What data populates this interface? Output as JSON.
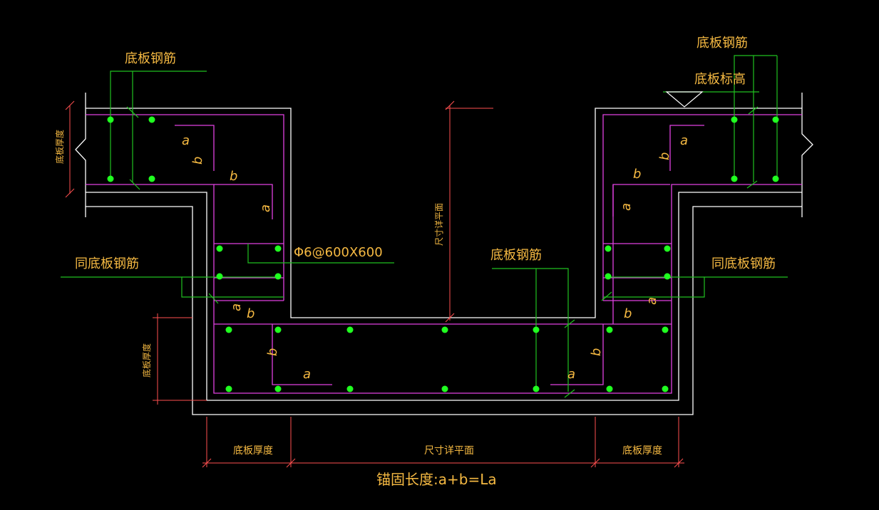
{
  "colors": {
    "background": "#000000",
    "outline": "#ffffff",
    "rebar": "#e040e0",
    "leader": "#20c020",
    "dot": "#20ff20",
    "dimension": "#ff5050",
    "text": "#f5b942"
  },
  "labels": {
    "top_left_rebar": "底板钢筋",
    "top_right_rebar": "底板钢筋",
    "top_right_elevation": "底板标高",
    "left_same_rebar": "同底板钢筋",
    "right_same_rebar": "同底板钢筋",
    "mid_rebar": "底板钢筋",
    "stirrup": "Φ6@600X600",
    "left_thickness_upper": "底板厚度",
    "left_thickness_lower": "底板厚度",
    "pit_depth": "尺寸详平面",
    "bottom_dim_left": "底板厚度",
    "bottom_dim_mid": "尺寸详平面",
    "bottom_dim_right": "底板厚度",
    "formula": "锚固长度:a+b=La"
  },
  "anchor_marks": {
    "a": "a",
    "b": "b"
  }
}
